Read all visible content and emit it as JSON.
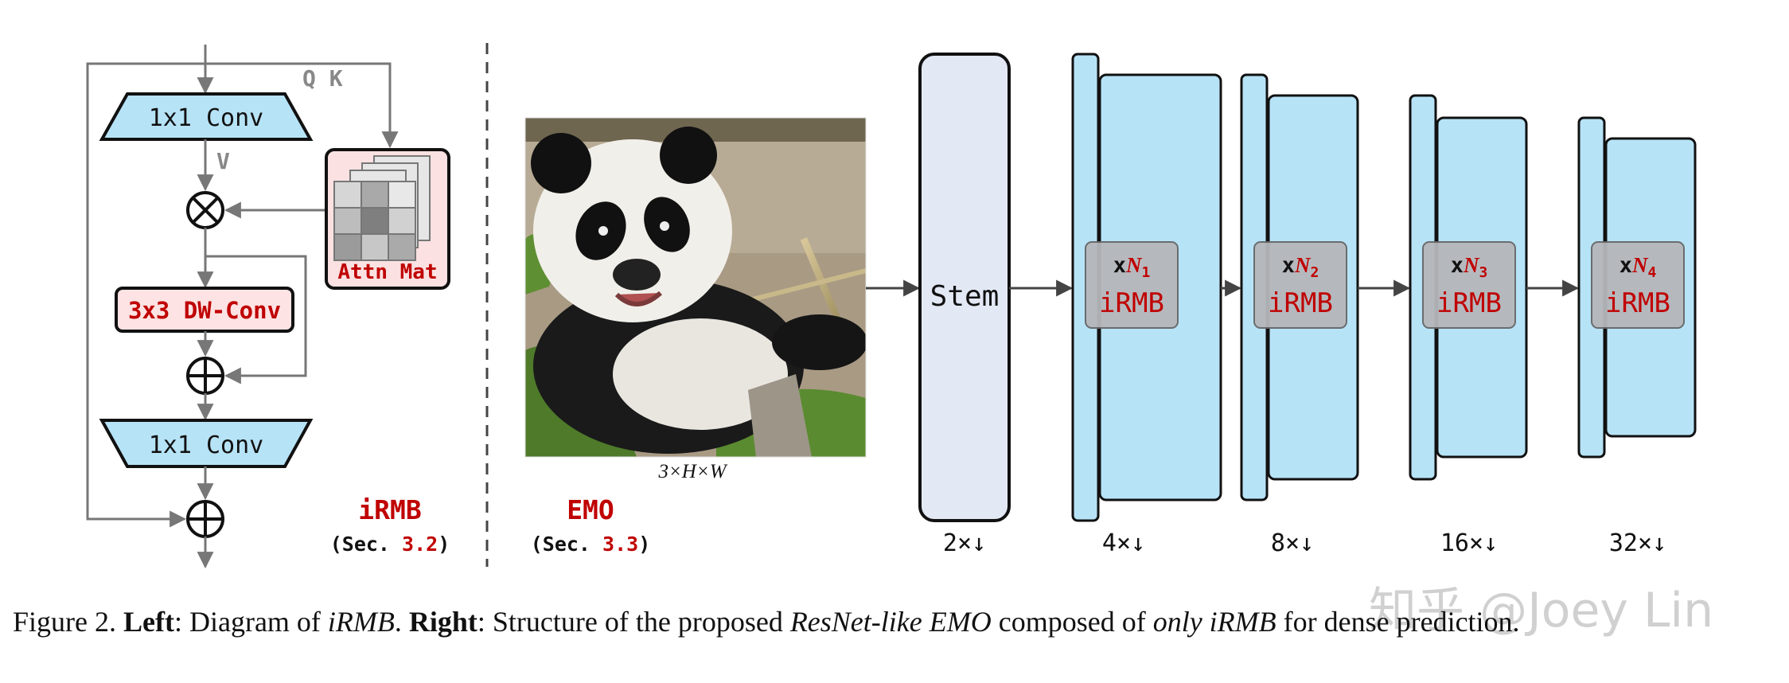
{
  "irmb_diagram": {
    "qk_label": "Q K",
    "v_label": "V",
    "top_conv_label": "1x1 Conv",
    "bottom_conv_label": "1x1 Conv",
    "dwconv_label": "3x3 DW-Conv",
    "attn_label": "Attn Mat",
    "multiply_symbol": "⊗",
    "add_symbol": "⊕",
    "title": "iRMB",
    "sec_prefix": "(Sec.",
    "sec_number": "3.2",
    "sec_suffix": ")"
  },
  "emo_diagram": {
    "input_label": "3×H×W",
    "title": "EMO",
    "sec_prefix": "(Sec.",
    "sec_number": "3.3",
    "sec_suffix": ")",
    "stem_label": "Stem",
    "stem_scale": "2×↓",
    "stages": [
      {
        "repeat_prefix": "x",
        "repeat_var": "N",
        "repeat_sub": "1",
        "block_label": "iRMB",
        "scale": "4×↓"
      },
      {
        "repeat_prefix": "x",
        "repeat_var": "N",
        "repeat_sub": "2",
        "block_label": "iRMB",
        "scale": "8×↓"
      },
      {
        "repeat_prefix": "x",
        "repeat_var": "N",
        "repeat_sub": "3",
        "block_label": "iRMB",
        "scale": "16×↓"
      },
      {
        "repeat_prefix": "x",
        "repeat_var": "N",
        "repeat_sub": "4",
        "block_label": "iRMB",
        "scale": "32×↓"
      }
    ]
  },
  "caption": {
    "fig": "Figure 2.",
    "left_bold": "Left",
    "left_text": ": Diagram of",
    "left_italic": "iRMB",
    "dot": ".",
    "right_bold": "Right",
    "right_text": ": Structure of the proposed",
    "right_italic": "ResNet-like EMO",
    "mid_text": "composed of",
    "only_italic": "only",
    "irmb_italic": "iRMB",
    "end_text": "for dense prediction."
  },
  "watermark": "知乎 @Joey Lin",
  "colors": {
    "trapezoid_fill": "#b7e3f7",
    "stage_fill": "#b7e3f7",
    "stem_fill": "#e3e8f5",
    "attn_fill": "#fbe1e1",
    "dwconv_fill": "#fde3e3",
    "accent_red": "#c00000",
    "irmb_box_fill": "#b5b7ba"
  }
}
